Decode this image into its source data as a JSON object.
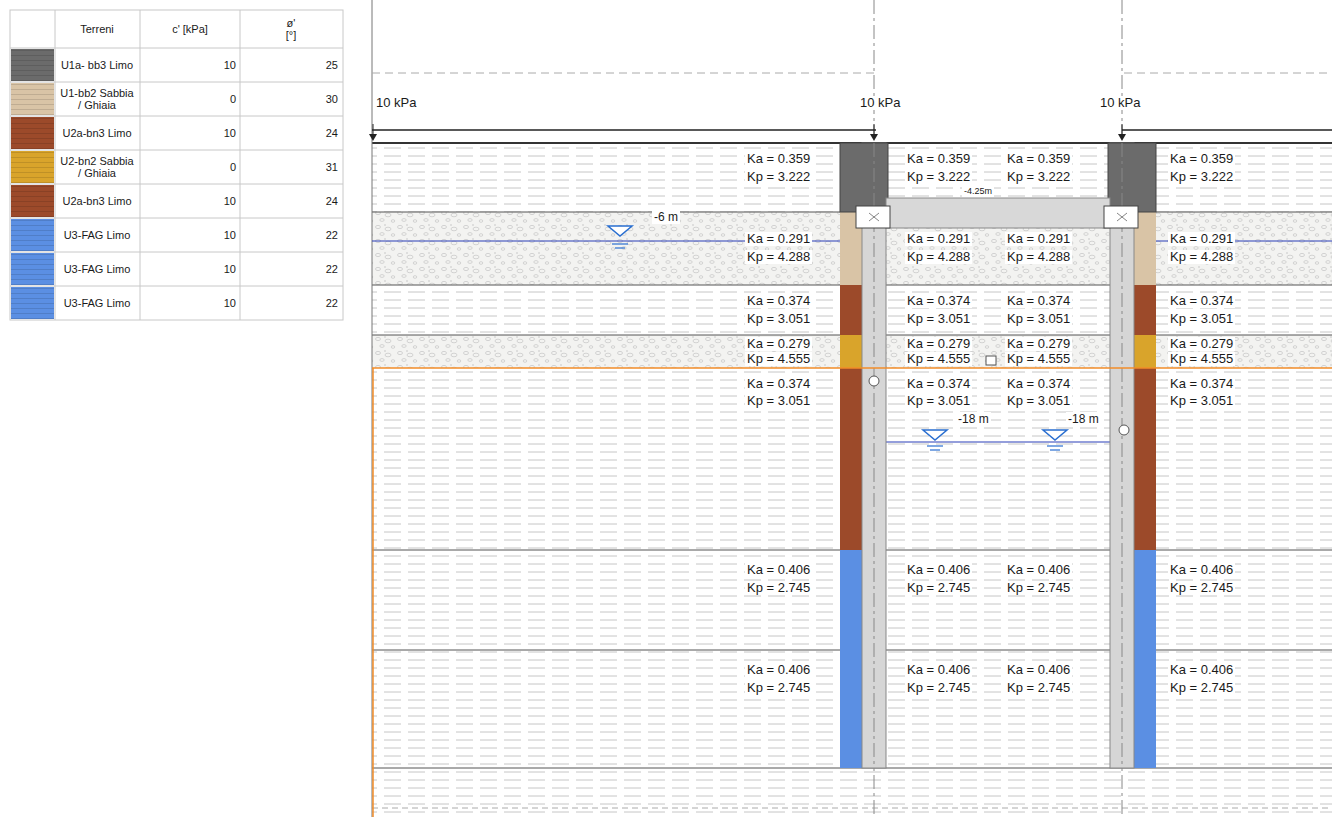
{
  "diagram": {
    "labels": [
      "Terreni",
      "c' [kPa]",
      "ø' [°]",
      "10",
      "25",
      "0",
      "30",
      "10",
      "24",
      "0",
      "31",
      "10",
      "24",
      "10",
      "22",
      "10",
      "22",
      "10",
      "22",
      "10 kPa",
      "10 kPa",
      "10 kPa",
      "-6 m",
      "-4.25m",
      "-18 m",
      "-18 m",
      "Ka = 0.359",
      "Kp = 3.222",
      "Ka = 0.359",
      "Kp = 3.222",
      "Ka = 0.359",
      "Kp = 3.222",
      "Ka = 0.359",
      "Kp = 3.222",
      "Ka = 0.291",
      "Kp = 4.288",
      "Ka = 0.291",
      "Kp = 4.288",
      "Ka = 0.291",
      "Kp = 4.288",
      "Ka = 0.291",
      "Kp = 4.288",
      "Ka = 0.374",
      "Kp = 3.051",
      "Ka = 0.374",
      "Kp = 3.051",
      "Ka = 0.374",
      "Kp = 3.051",
      "Ka = 0.374",
      "Kp = 3.051",
      "Ka = 0.279",
      "Kp = 4.555",
      "Ka = 0.279",
      "Kp = 4.555",
      "Ka = 0.279",
      "Kp = 4.555",
      "Ka = 0.279",
      "Kp = 4.555",
      "Ka = 0.374",
      "Kp = 3.051",
      "Ka = 0.374",
      "Kp = 3.051",
      "Ka = 0.374",
      "Kp = 3.051",
      "Ka = 0.374",
      "Kp = 3.051",
      "Ka = 0.406",
      "Kp = 2.745",
      "Ka = 0.406",
      "Kp = 2.745",
      "Ka = 0.406",
      "Kp = 2.745",
      "Ka = 0.406",
      "Kp = 2.745",
      "Ka = 0.406",
      "Kp = 2.745",
      "Ka = 0.406",
      "Kp = 2.745",
      "Ka = 0.406",
      "Kp = 2.745",
      "Ka = 0.406",
      "Kp = 2.745"
    ],
    "legend": [
      {
        "text": "U1a- bb3 Limo",
        "color": "#6b6b6b"
      },
      {
        "text": "U1-bb2 Sabbia / Ghiaia",
        "color": "#d9c4a6"
      },
      {
        "text": "U2a-bn3 Limo",
        "color": "#9c4a2a"
      },
      {
        "text": "U2-bn2 Sabbia / Ghiaia",
        "color": "#d9a42b"
      },
      {
        "text": "U2a-bn3 Limo",
        "color": "#9c4a2a"
      },
      {
        "text": "U3-FAG Limo",
        "color": "#5b8fe3"
      },
      {
        "text": "U3-FAG Limo",
        "color": "#5b8fe3"
      },
      {
        "text": "U3-FAG Limo",
        "color": "#5b8fe3"
      }
    ]
  }
}
